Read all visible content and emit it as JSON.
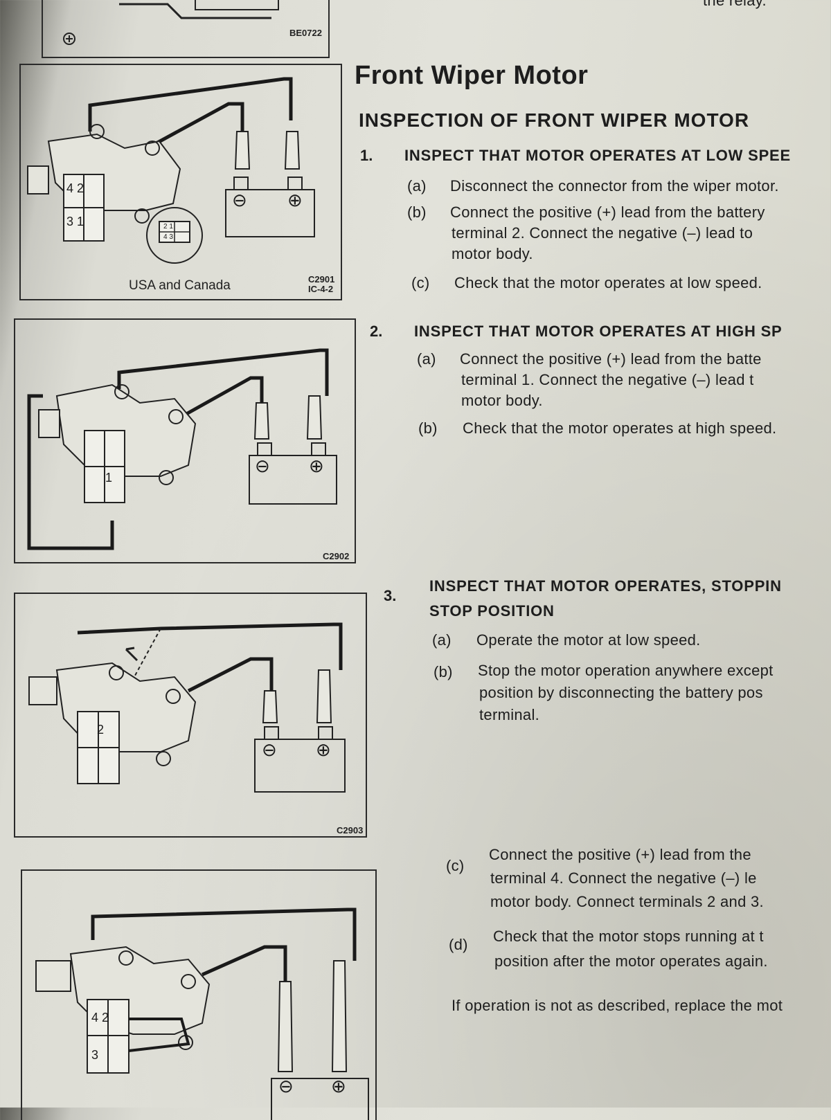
{
  "top_fragment": {
    "text": "the relay."
  },
  "figure_codes": {
    "f0": "BE0722",
    "f1a": "C2901",
    "f1b": "IC-4-2",
    "f2": "C2902",
    "f3": "C2903"
  },
  "figure_caption": "USA and Canada",
  "battery_symbols": {
    "neg": "⊖",
    "pos": "⊕"
  },
  "terminal_labels": {
    "fig1_top": "4 2",
    "fig1_bottom": "3 1",
    "fig1_small_top": "2 1",
    "fig1_small_bottom": "4 3",
    "fig2": "1",
    "fig3": "2",
    "fig4_top": "4 2",
    "fig4_bottom": "3"
  },
  "heading": "Front Wiper Motor",
  "subheading": "INSPECTION OF FRONT WIPER MOTOR",
  "steps": [
    {
      "num": "1.",
      "title": "INSPECT THAT MOTOR OPERATES AT LOW SPEE",
      "items": [
        {
          "label": "(a)",
          "lines": [
            "Disconnect the connector from the wiper motor."
          ]
        },
        {
          "label": "(b)",
          "lines": [
            "Connect the positive (+) lead from the battery",
            "terminal 2.  Connect the negative (–) lead to",
            "motor body."
          ]
        },
        {
          "label": "(c)",
          "lines": [
            "Check that the motor operates at low speed."
          ]
        }
      ]
    },
    {
      "num": "2.",
      "title": "INSPECT THAT MOTOR OPERATES AT HIGH SP",
      "items": [
        {
          "label": "(a)",
          "lines": [
            "Connect the positive (+) lead from the batte",
            "terminal 1.  Connect the negative (–) lead t",
            "motor body."
          ]
        },
        {
          "label": "(b)",
          "lines": [
            "Check that the motor operates at high speed."
          ]
        }
      ]
    },
    {
      "num": "3.",
      "title_lines": [
        "INSPECT THAT MOTOR OPERATES, STOPPIN",
        "STOP POSITION"
      ],
      "items": [
        {
          "label": "(a)",
          "lines": [
            "Operate the motor at low speed."
          ]
        },
        {
          "label": "(b)",
          "lines": [
            "Stop the motor operation anywhere except",
            "position by disconnecting the battery pos",
            "terminal."
          ]
        },
        {
          "label": "(c)",
          "lines": [
            "Connect the positive (+) lead from the",
            "terminal 4.  Connect the negative (–) le",
            "motor body. Connect terminals 2 and 3."
          ]
        },
        {
          "label": "(d)",
          "lines": [
            "Check that the motor stops running at t",
            "position after the motor operates again."
          ]
        }
      ],
      "note": "If operation is not as described, replace the mot"
    }
  ]
}
